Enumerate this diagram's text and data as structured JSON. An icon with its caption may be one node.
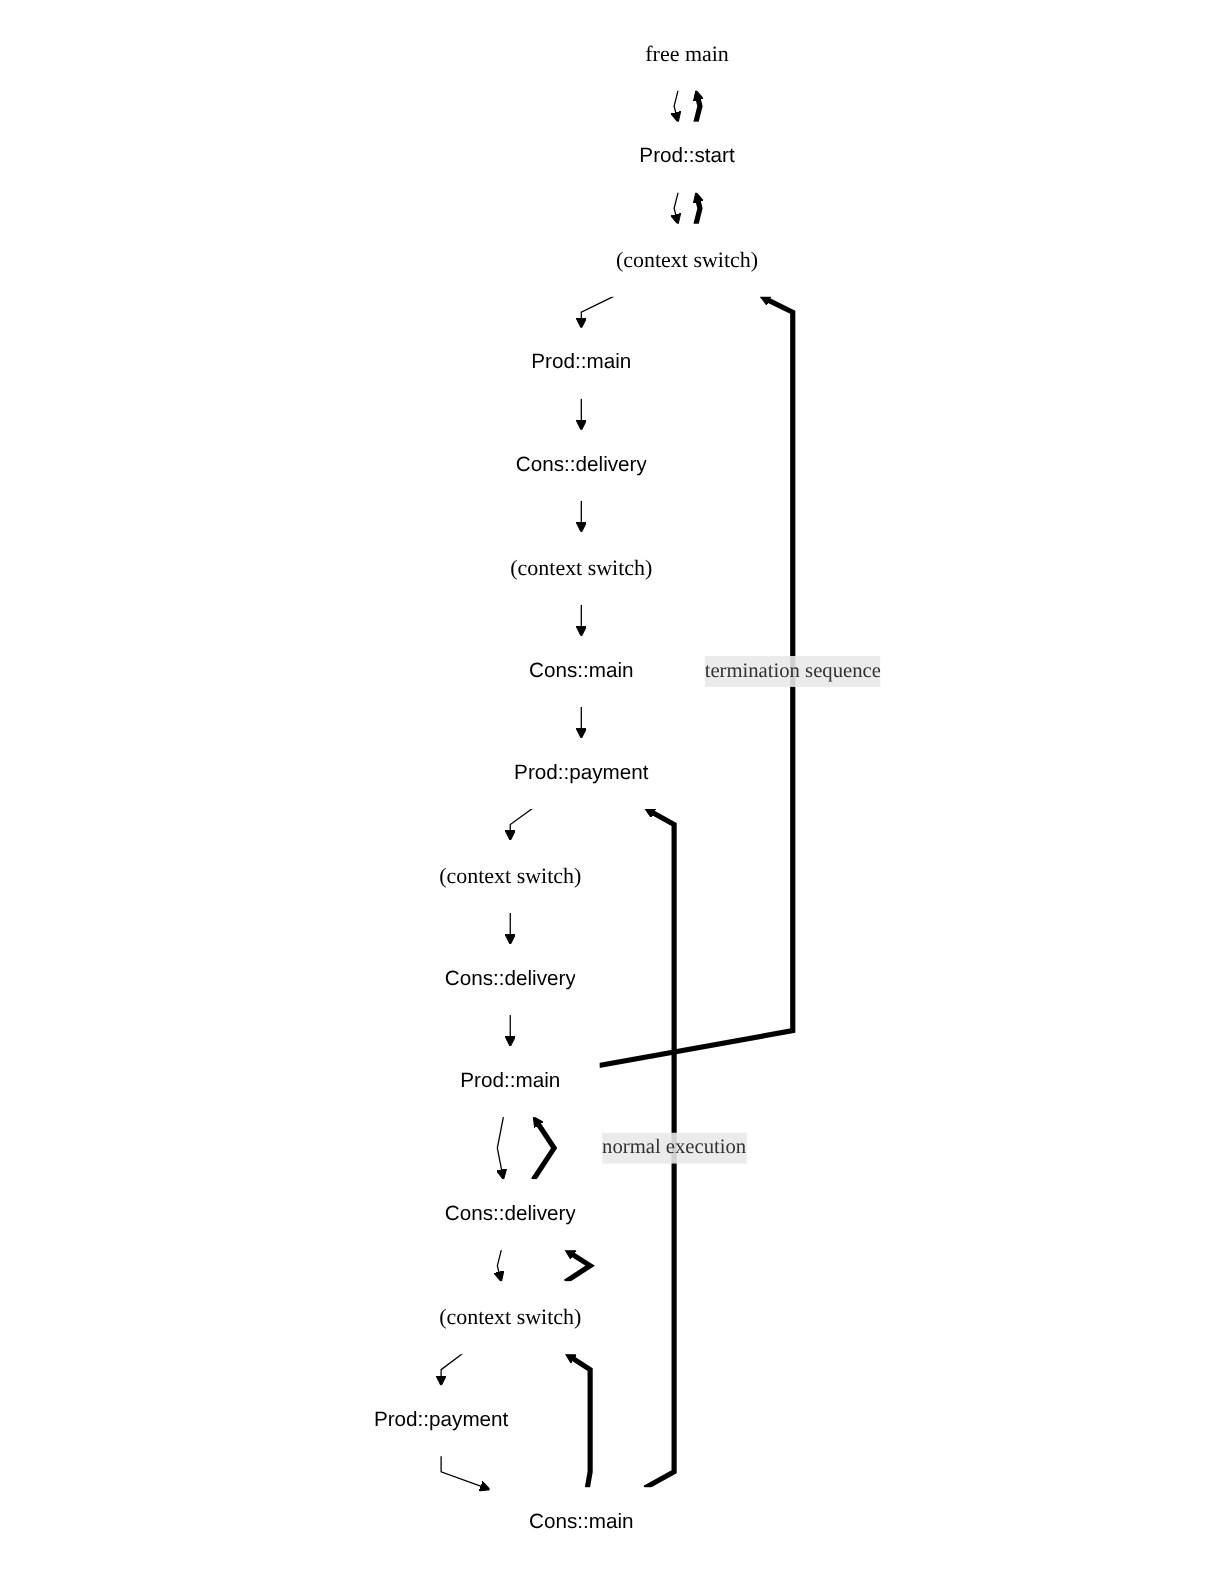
{
  "diagram": {
    "nodes": [
      {
        "text": [
          "free main"
        ]
      },
      {
        "text": [
          "Prod::start"
        ]
      },
      {
        "text": [
          "(context switch)"
        ]
      },
      {
        "text": [
          "Prod::main"
        ]
      },
      {
        "text": [
          "Cons::delivery"
        ]
      },
      {
        "text": [
          "(context switch)"
        ]
      },
      {
        "text": [
          "Cons::main"
        ]
      },
      {
        "text": [
          "Prod::payment"
        ]
      },
      {
        "text": [
          "(context switch)"
        ]
      },
      {
        "text": [
          "Cons::delivery"
        ]
      },
      {
        "text": [
          "Prod::main"
        ]
      },
      {
        "text": [
          "Cons::delivery"
        ]
      },
      {
        "text": [
          "(context switch)"
        ]
      },
      {
        "text": [
          "Prod::payment"
        ]
      },
      {
        "text": [
          "Cons::main"
        ]
      }
    ],
    "edges": [
      {
        "from": 0,
        "to": 1,
        "arrow": "to"
      },
      {
        "from": 1,
        "to": 2,
        "arrow": "to"
      },
      {
        "from": 2,
        "to": 3,
        "arrow": "to"
      },
      {
        "from": 3,
        "to": 4,
        "arrow": "to"
      },
      {
        "from": 4,
        "to": 5,
        "arrow": "to"
      },
      {
        "from": 5,
        "to": 6,
        "arrow": "to"
      },
      {
        "from": 6,
        "to": 7,
        "arrow": "to"
      },
      {
        "from": 7,
        "to": 8,
        "arrow": "to"
      },
      {
        "from": 8,
        "to": 9,
        "arrow": "to"
      },
      {
        "from": 9,
        "to": 10,
        "arrow": "to"
      },
      {
        "from": 10,
        "to": 11,
        "arrow": "to"
      },
      {
        "from": 11,
        "to": 12,
        "arrow": "to"
      },
      {
        "from": 12,
        "to": 13,
        "arrow": "to"
      },
      {
        "from": 13,
        "to": 14,
        "arrow": "to"
      },
      {
        "from": 14,
        "to": 7,
        "arrow": "to",
        "label": "normal execution",
        "style": "thick"
      },
      {
        "from": 1,
        "to": 0,
        "arrow": "to",
        "style": "thick"
      },
      {
        "from": 2,
        "to": 1,
        "arrow": "to",
        "style": "thick"
      },
      {
        "from": 10,
        "to": 2,
        "arrow": "to",
        "label": "termination sequence",
        "style": "thick"
      },
      {
        "from": 11,
        "to": 10,
        "arrow": "to",
        "style": "thick"
      },
      {
        "from": 12,
        "to": 11,
        "arrow": "to",
        "style": "thick"
      },
      {
        "from": 14,
        "to": 12,
        "arrow": "to",
        "style": "thick"
      }
    ]
  }
}
